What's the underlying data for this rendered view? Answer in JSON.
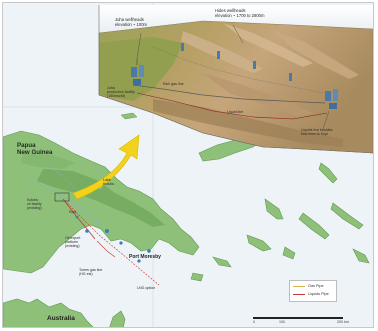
{
  "labels": {
    "juha_elevation": "Juha wellheads\nelevation ~ 100m",
    "hides_elevation": "Hides wellheads\nelevation ~ 1700 to 2800m",
    "juha_production": "Juha\nproduction facility\n(150mscfd)",
    "rich_gas_line": "Rich gas line",
    "liquid_line": "Liquid line",
    "hides_facility": "Liquids line besides\nflow lines to Kopi",
    "country": "Papua\nNew Guinea",
    "kutubu": "Kutubu\noil facility\n(existing)",
    "kopi": "Kopi",
    "oil_export": "Oil export\nplatform\n(existing)",
    "torres_gas_line": "Torres gas line\n(HG est)",
    "lng_option": "LNG option",
    "port_moresby": "Port Moresby",
    "australia": "Australia",
    "lake": "Lake\nKutubu"
  },
  "legend": [
    {
      "label": "Gas Pipe",
      "color": "#d8b24a"
    },
    {
      "label": "Liquids Pipe",
      "color": "#c0392b"
    }
  ],
  "scale": {
    "ticks": [
      "0",
      "100",
      "200 km"
    ]
  },
  "colors": {
    "land": "#8fc07a",
    "land_dark": "#6fa85c",
    "sea": "#eef3f7",
    "arrow": "#f2d21b",
    "pipeline": "#c0392b"
  }
}
